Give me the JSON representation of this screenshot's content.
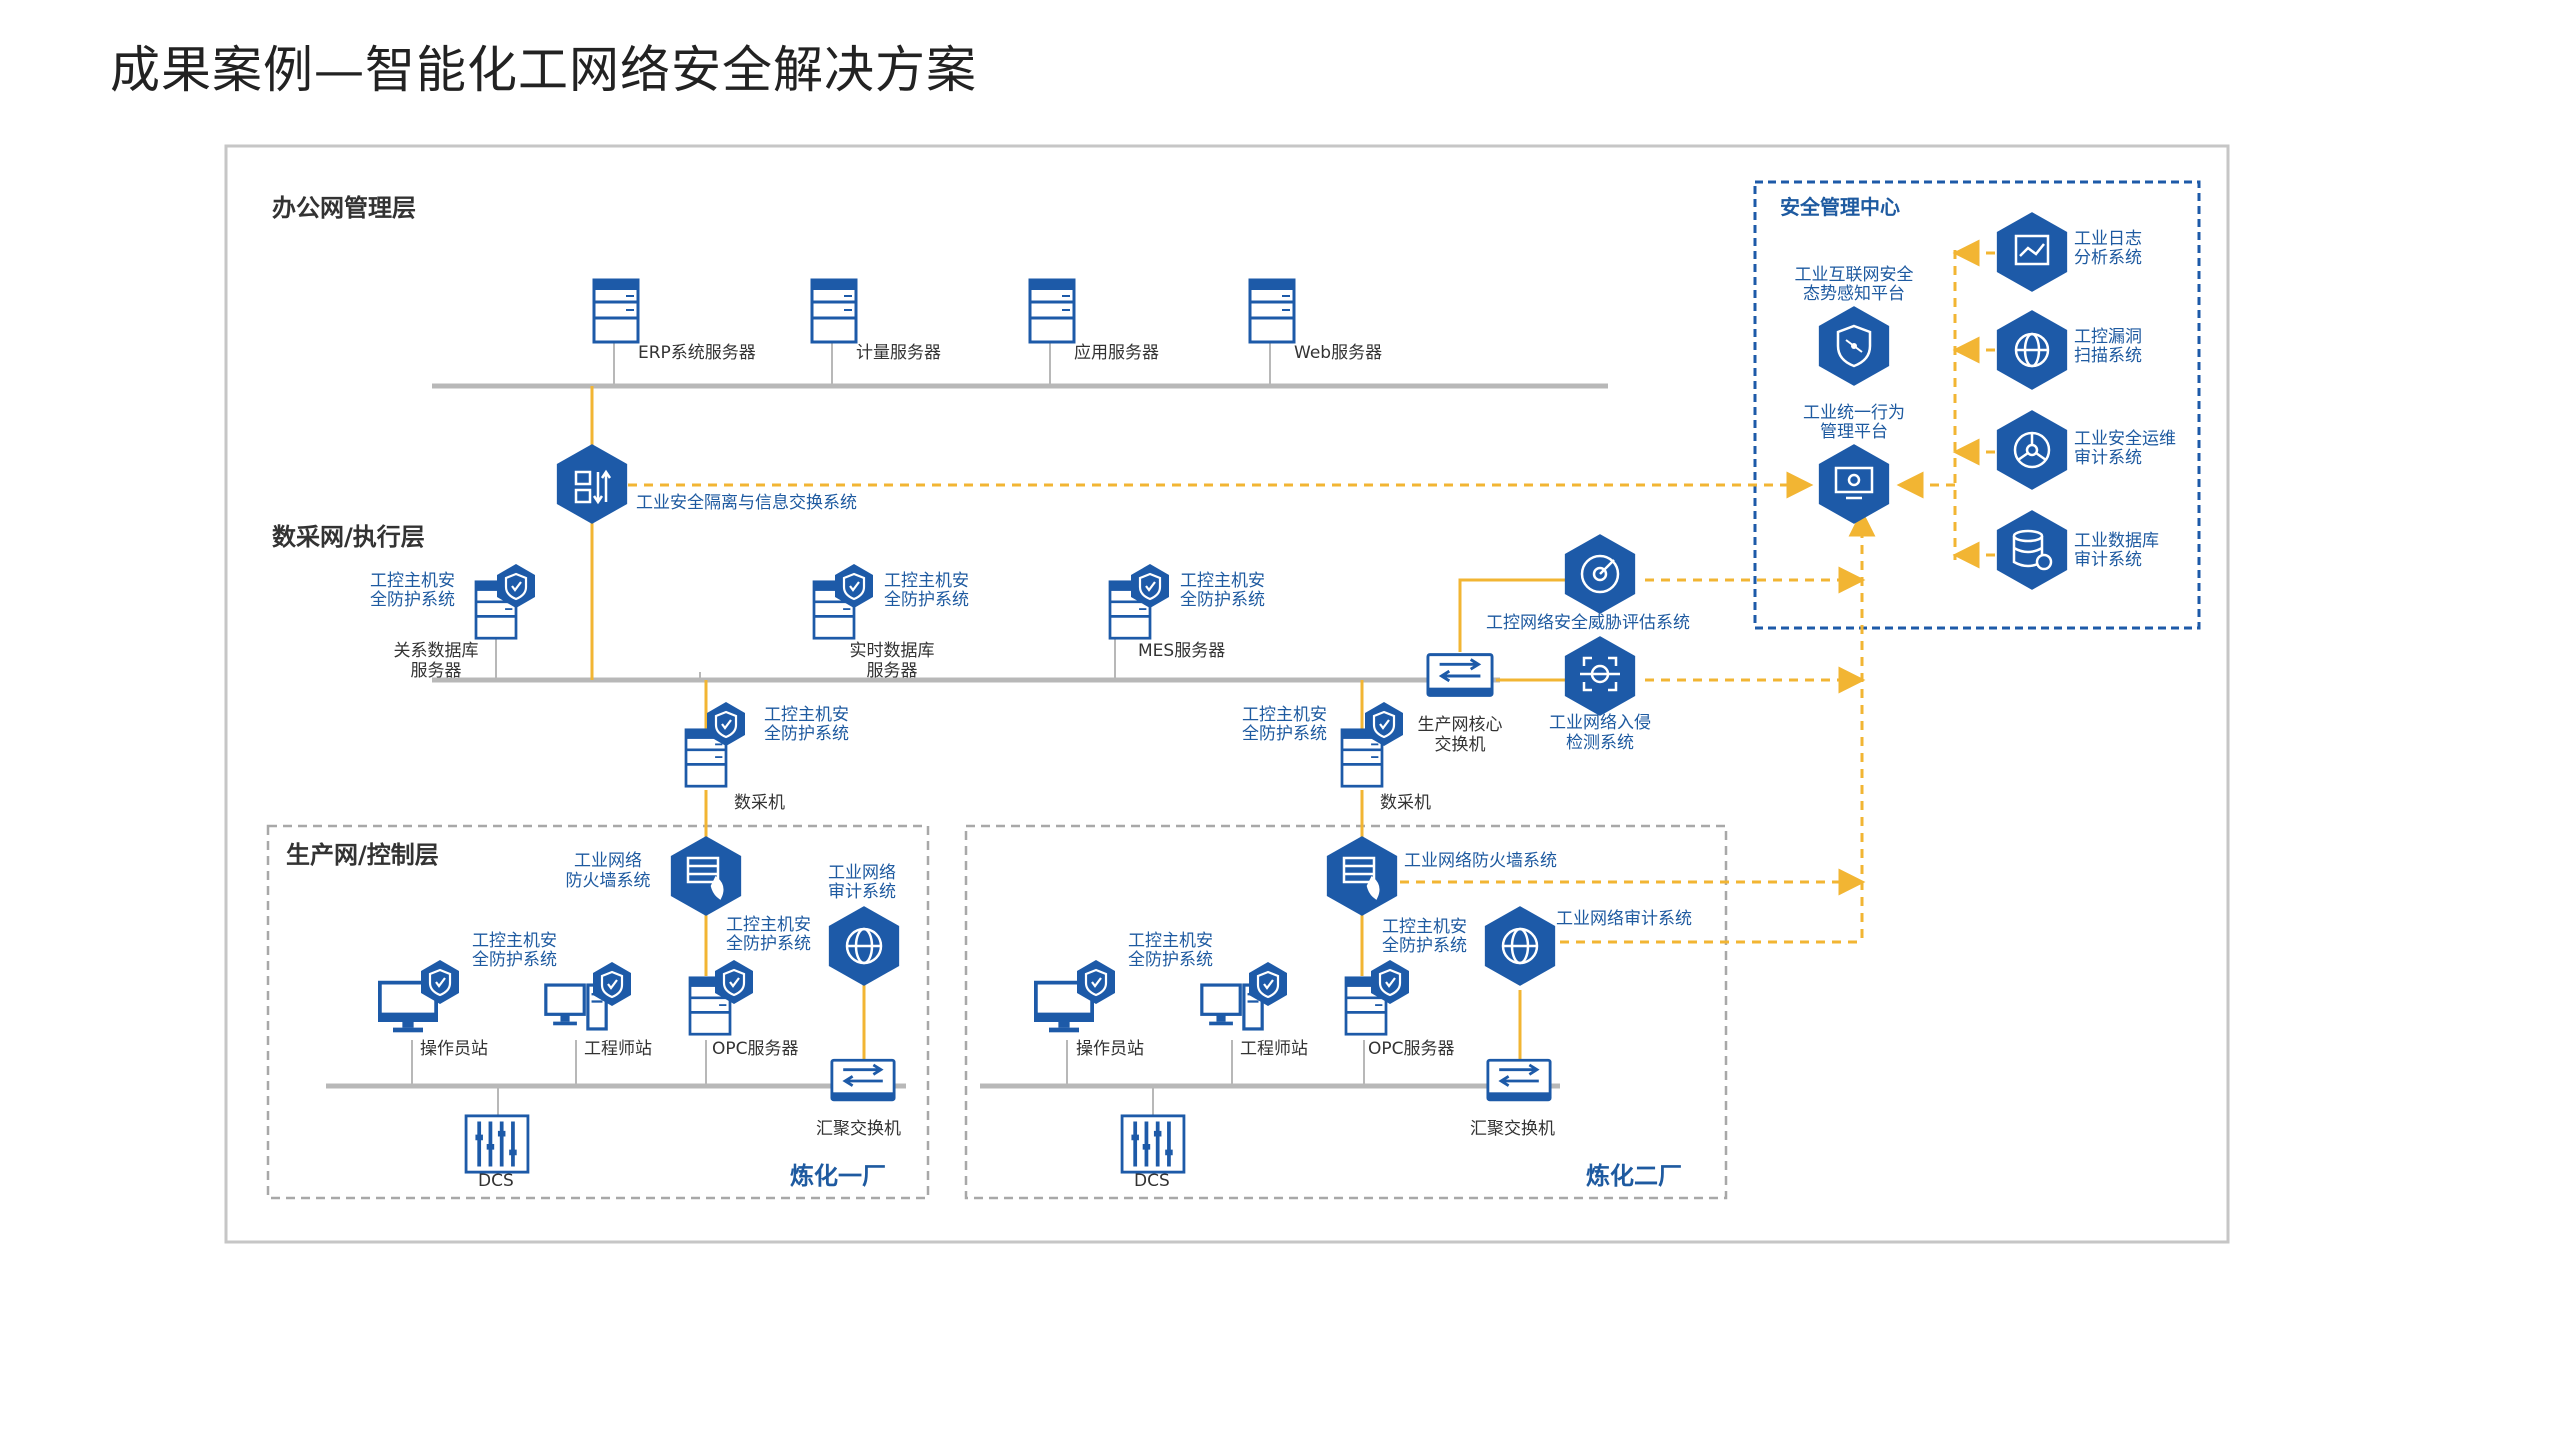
{
  "title": "成果案例—智能化工网络安全解决方案",
  "layers": {
    "office": "办公网管理层",
    "collect": "数采网/执行层",
    "production": "生产网/控制层",
    "security_center": "安全管理中心"
  },
  "office_servers": [
    "ERP系统服务器",
    "计量服务器",
    "应用服务器",
    "Web服务器"
  ],
  "isolation": "工业安全隔离与信息交换系统",
  "collect_servers": {
    "relational_db": [
      "关系数据库",
      "服务器"
    ],
    "realtime_db": [
      "实时数据库",
      "服务器"
    ],
    "mes": "MES服务器"
  },
  "host_protection": [
    "工控主机安",
    "全防护系统"
  ],
  "core_switch": [
    "生产网核心",
    "交换机"
  ],
  "threat_assessment": "工控网络安全威胁评估系统",
  "intrusion_detection": [
    "工业网络入侵",
    "检测系统"
  ],
  "data_collector": "数采机",
  "security_center": {
    "situation": [
      "工业互联网安全",
      "态势感知平台"
    ],
    "behavior": [
      "工业统一行为",
      "管理平台"
    ],
    "log": [
      "工业日志",
      "分析系统"
    ],
    "vuln": [
      "工控漏洞",
      "扫描系统"
    ],
    "ops": [
      "工业安全运维",
      "审计系统"
    ],
    "db_audit": [
      "工业数据库",
      "审计系统"
    ]
  },
  "plant1": {
    "name": "炼化一厂",
    "firewall": [
      "工业网络",
      "防火墙系统"
    ],
    "audit": [
      "工业网络",
      "审计系统"
    ],
    "operator": "操作员站",
    "engineer": "工程师站",
    "opc": "OPC服务器",
    "switch": "汇聚交换机",
    "dcs": "DCS"
  },
  "plant2": {
    "name": "炼化二厂",
    "firewall": "工业网络防火墙系统",
    "audit": "工业网络审计系统",
    "operator": "操作员站",
    "engineer": "工程师站",
    "opc": "OPC服务器",
    "switch": "汇聚交换机",
    "dcs": "DCS"
  },
  "colors": {
    "blue": "#1d5aa8",
    "accent_text": "#1e5aa0",
    "dashed_line": "#f2b533",
    "solid_line": "#f2b533",
    "network_line": "#b8b8b8",
    "frame": "#c6c6c6"
  }
}
